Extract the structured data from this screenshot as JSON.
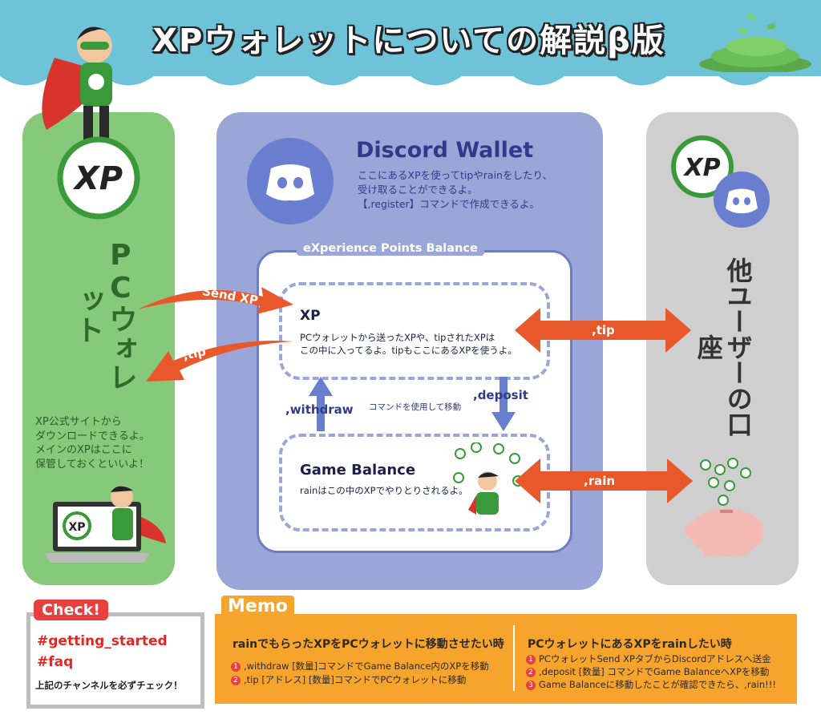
{
  "title": "XPウォレットについての解説β版",
  "left_panel": {
    "heading": "PCウォレット",
    "description_lines": [
      "XP公式サイトから",
      "ダウンロードできるよ。",
      "メインのXPはここに",
      "保管しておくといいよ！"
    ]
  },
  "discord_wallet": {
    "title": "Discord Wallet",
    "description_lines": [
      "ここにあるXPを使ってtipやrainをしたり、",
      "受け取ることができるよ。",
      "【,register】コマンドで作成できるよ。"
    ],
    "balance_label": "eXperience Points Balance",
    "xp": {
      "title": "XP",
      "description_lines": [
        "PCウォレットから送ったXPや、tipされたXPは",
        "この中に入ってるよ。tipもここにあるXPを使うよ。"
      ]
    },
    "game_balance": {
      "title": "Game Balance",
      "description": "rainはこの中のXPでやりとりされるよ。"
    },
    "withdraw_label": ",withdraw",
    "deposit_label": ",deposit",
    "command_note": "コマンドを使用して移動"
  },
  "right_panel": {
    "heading": "他ユーザーの口座"
  },
  "arrows": {
    "send_xp": "Send XP",
    "tip_left": ",tip",
    "tip_right": ",tip",
    "rain": ",rain"
  },
  "check": {
    "title": "Check!",
    "channel1": "#getting_started",
    "channel2": "#faq",
    "note": "上記のチャンネルを必ずチェック！"
  },
  "memo": {
    "title": "Memo",
    "left": {
      "heading": "rainでもらったXPをPCウォレットに移動させたい時",
      "items": [
        ",withdraw [数量]コマンドでGame Balance内のXPを移動",
        ",tip [アドレス] [数量]コマンドでPCウォレットに移動"
      ]
    },
    "right": {
      "heading": "PCウォレットにあるXPをrainしたい時",
      "items": [
        "PCウォレットSend XPタブからDiscordアドレスへ送金",
        ",deposit [数量] コマンドでGame BalanceへXPを移動",
        "Game Balanceに移動したことが確認できたら、,rain!!!"
      ]
    }
  },
  "colors": {
    "header_blue": "#6ec3d9",
    "left_green": "#86c97a",
    "discord_purple": "#9aa6d8",
    "right_gray": "#cfcfcf",
    "arrow_orange": "#e9582a",
    "memo_orange": "#f6a42c",
    "check_red": "#e83f3f"
  }
}
